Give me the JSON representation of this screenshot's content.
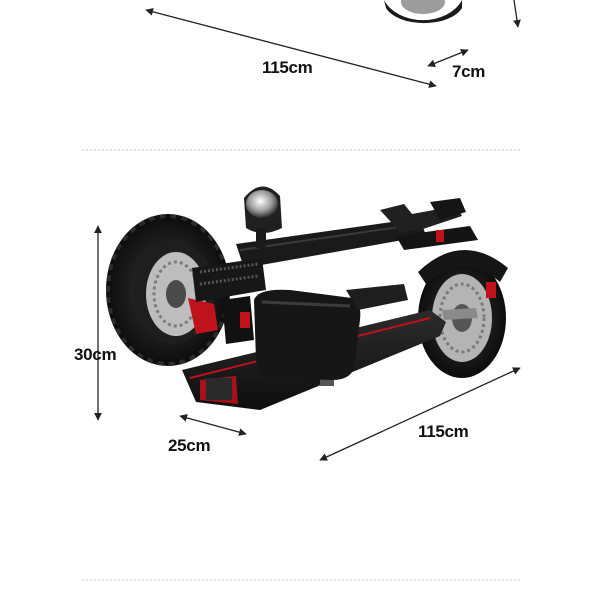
{
  "dimensions": {
    "top_length": "115cm",
    "top_depth": "7cm",
    "height": "30cm",
    "width": "25cm",
    "length": "115cm"
  },
  "colors": {
    "frame": "#1b1b1b",
    "accent_red": "#c0121c",
    "rotor": "#b8b8b8",
    "dimension_line": "#222222",
    "separator": "#c8c8c8"
  }
}
